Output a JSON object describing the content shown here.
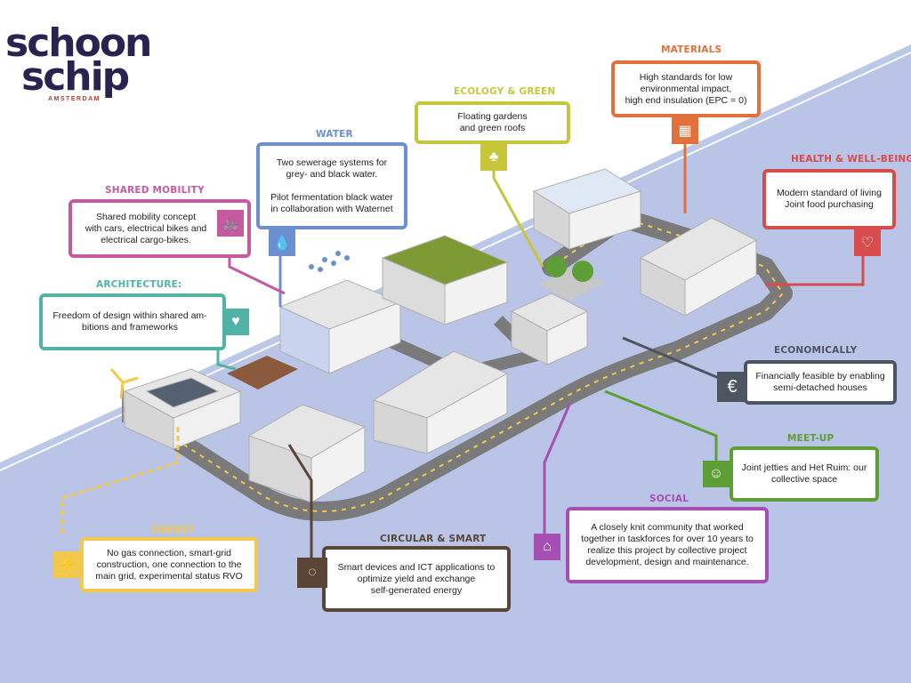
{
  "logo": {
    "line1": "schoon",
    "line2": "schip",
    "line3": "AMSTERDAM"
  },
  "colors": {
    "water": "#b9c4e6",
    "materials": "#e2703a",
    "ecology": "#c7c63a",
    "water_cat": "#6c8fd0",
    "shared_mobility": "#c45aa0",
    "architecture": "#4fb3a5",
    "health": "#d94c4c",
    "economically": "#4d5561",
    "meetup": "#5e9e37",
    "social": "#a64fb3",
    "circular": "#5a4536",
    "energy": "#f2c94c"
  },
  "labels": [
    {
      "id": "materials",
      "category": "MATERIALS",
      "text": "High standards for low\nenvironmental impact,\nhigh end insulation (EPC = 0)",
      "icon": "bricks-icon"
    },
    {
      "id": "ecology",
      "category": "ECOLOGY & GREEN",
      "text": "Floating gardens\nand green roofs",
      "icon": "tree-icon"
    },
    {
      "id": "water",
      "category": "WATER",
      "text": "Two sewerage systems for\ngrey- and black water.\n\nPilot fermentation black water\nin collaboration with Waternet",
      "icon": "water-drop-icon"
    },
    {
      "id": "shared_mobility",
      "category": "SHARED MOBILITY",
      "text": "Shared mobility concept\nwith cars, electrical bikes and\nelectrical cargo-bikes.",
      "icon": "cargo-bike-icon"
    },
    {
      "id": "architecture",
      "category": "ARCHITECTURE:",
      "text": "Freedom of design within shared am-\nbitions and frameworks",
      "icon": "heart-hands-icon"
    },
    {
      "id": "health",
      "category": "HEALTH & WELL-BEING",
      "text": "Modern standard of living\nJoint food purchasing",
      "icon": "heart-pulse-icon"
    },
    {
      "id": "economically",
      "category": "ECONOMICALLY",
      "text": "Financially feasible by enabling\nsemi-detached houses",
      "icon": "euro-icon"
    },
    {
      "id": "meetup",
      "category": "MEET-UP",
      "text": "Joint jetties and Het Ruim: our\ncollective space",
      "icon": "group-icon"
    },
    {
      "id": "social",
      "category": "SOCIAL",
      "text": "A closely knit community that worked\ntogether in taskforces for over 10 years to\nrealize this project by collective project\ndevelopment, design and maintenance.",
      "icon": "institution-icon"
    },
    {
      "id": "circular",
      "category": "CIRCULAR & SMART",
      "text": "Smart devices and ICT applications to\noptimize yield and exchange\nself-generated energy",
      "icon": "recycle-icon"
    },
    {
      "id": "energy",
      "category": "ENERGY",
      "text": "No gas connection, smart-grid\nconstruction, one connection to the\nmain grid, experimental status  RVO",
      "icon": "lightning-icon"
    }
  ]
}
